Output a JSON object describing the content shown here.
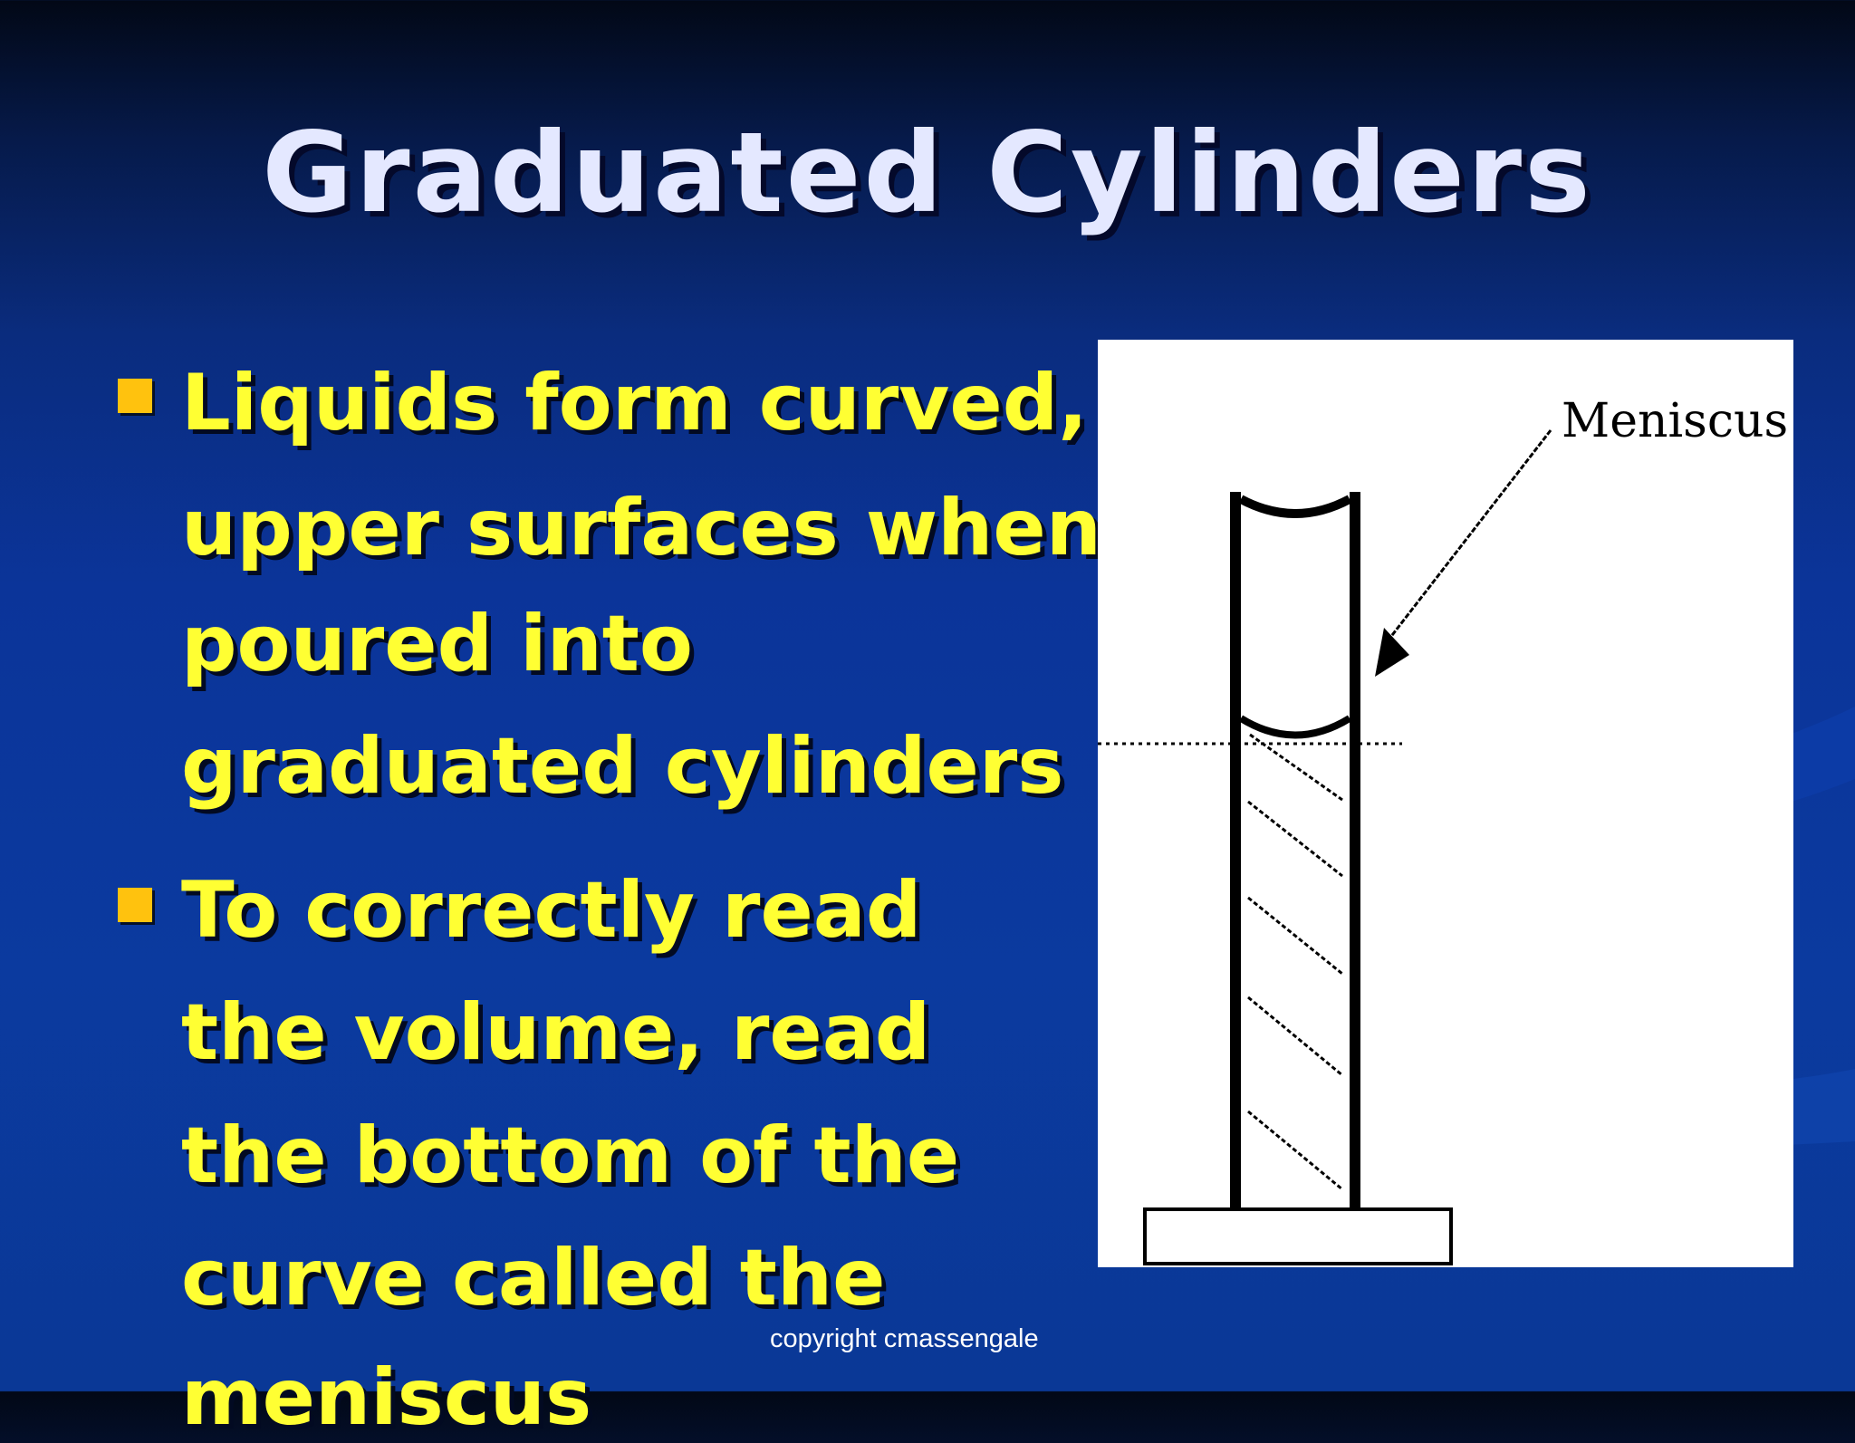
{
  "slide": {
    "title": "Graduated Cylinders",
    "bullets": [
      {
        "lines": [
          "Liquids form curved,",
          "upper surfaces when",
          "poured into",
          "graduated cylinders"
        ]
      },
      {
        "lines": [
          "To correctly read",
          "the volume, read",
          "the bottom of the",
          "curve called the",
          "meniscus"
        ]
      }
    ]
  },
  "figure": {
    "label": "Meniscus"
  },
  "footer": {
    "copyright": "copyright cmassengale"
  },
  "colors": {
    "title": "#e4e8ff",
    "bullet_text": "#ffff33",
    "bullet_marker": "#ffc20e",
    "background": "#0b3499"
  }
}
